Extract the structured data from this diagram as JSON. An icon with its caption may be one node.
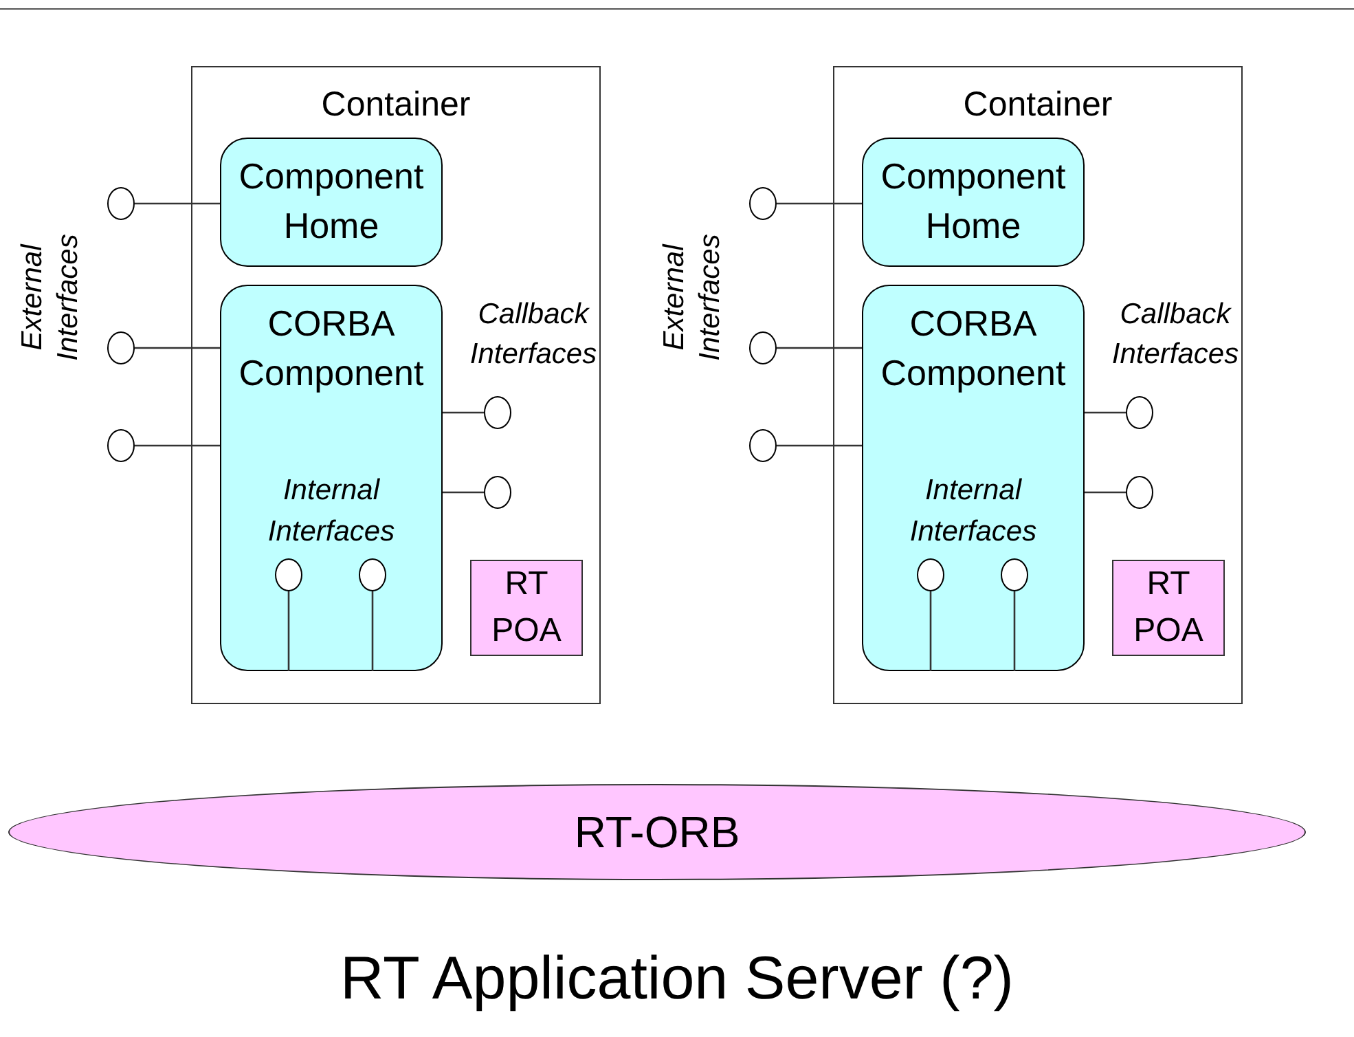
{
  "diagram": {
    "title": "RT Application Server (?)",
    "nodes": [
      {
        "text": [
          "Container"
        ]
      },
      {
        "text": [
          "Component Home"
        ],
        "in": 0
      },
      {
        "text": [
          "CORBA Component",
          "Internal Interfaces"
        ],
        "in": 0
      },
      {
        "text": [
          "RT POA"
        ],
        "in": 0
      },
      {
        "text": [],
        "shape": "circle"
      },
      {
        "text": [],
        "shape": "circle"
      },
      {
        "text": [],
        "shape": "circle"
      },
      {
        "text": [],
        "shape": "circle",
        "in": 0
      },
      {
        "text": [],
        "shape": "circle",
        "in": 0
      },
      {
        "text": [],
        "shape": "circle",
        "in": 2
      },
      {
        "text": [],
        "shape": "circle",
        "in": 2
      },
      {
        "text": [
          "Container"
        ]
      },
      {
        "text": [
          "Component Home"
        ],
        "in": 11
      },
      {
        "text": [
          "CORBA Component",
          "Internal Interfaces"
        ],
        "in": 11
      },
      {
        "text": [
          "RT POA"
        ],
        "in": 11
      },
      {
        "text": [],
        "shape": "circle"
      },
      {
        "text": [],
        "shape": "circle"
      },
      {
        "text": [],
        "shape": "circle"
      },
      {
        "text": [],
        "shape": "circle",
        "in": 11
      },
      {
        "text": [],
        "shape": "circle",
        "in": 11
      },
      {
        "text": [],
        "shape": "circle",
        "in": 13
      },
      {
        "text": [],
        "shape": "circle",
        "in": 13
      },
      {
        "text": [
          "RT-ORB"
        ]
      }
    ],
    "edges": [
      {
        "from": 4,
        "to": 1,
        "arrow": "none"
      },
      {
        "from": 5,
        "to": 2,
        "arrow": "none"
      },
      {
        "from": 6,
        "to": 2,
        "arrow": "none"
      },
      {
        "from": 2,
        "to": 7,
        "arrow": "none"
      },
      {
        "from": 2,
        "to": 8,
        "arrow": "none"
      },
      {
        "from": 9,
        "to": 2,
        "arrow": "none"
      },
      {
        "from": 10,
        "to": 2,
        "arrow": "none"
      },
      {
        "from": 15,
        "to": 12,
        "arrow": "none"
      },
      {
        "from": 16,
        "to": 13,
        "arrow": "none"
      },
      {
        "from": 17,
        "to": 13,
        "arrow": "none"
      },
      {
        "from": 13,
        "to": 18,
        "arrow": "none"
      },
      {
        "from": 13,
        "to": 19,
        "arrow": "none"
      },
      {
        "from": 20,
        "to": 13,
        "arrow": "none"
      },
      {
        "from": 21,
        "to": 13,
        "arrow": "none"
      }
    ],
    "labels": [
      "External Interfaces",
      "Callback Interfaces",
      "External Interfaces",
      "Callback Interfaces"
    ]
  }
}
